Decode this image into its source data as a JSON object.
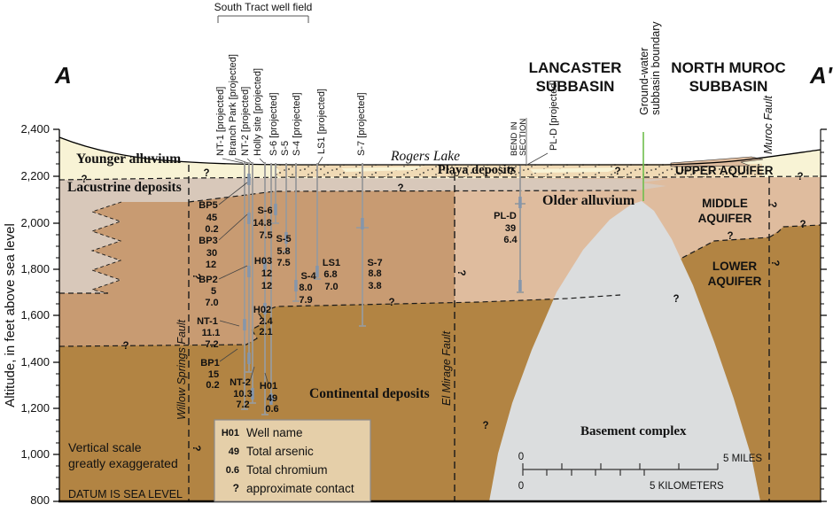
{
  "figure": {
    "label_left": "A",
    "label_right": "A'"
  },
  "axis": {
    "title": "Altitude, in feet above sea level",
    "ticks": [
      "2,400",
      "2,200",
      "2,000",
      "1,800",
      "1,600",
      "1,400",
      "1,200",
      "1,000",
      "800"
    ],
    "datum": "DATUM IS SEA LEVEL"
  },
  "top": {
    "well_field": "South Tract well field",
    "bend_1": "BEND IN",
    "bend_2": "SECTION",
    "boundary_1": "Ground-water",
    "boundary_2": "subbasin boundary",
    "subbasin_left_1": "LANCASTER",
    "subbasin_left_2": "SUBBASIN",
    "subbasin_right_1": "NORTH MUROC",
    "subbasin_right_2": "SUBBASIN"
  },
  "well_columns": [
    "NT-1 [projected]",
    "Branch Park [projected]",
    "NT-2 [projected]",
    "Holly site [projected]",
    "S-6 [projected]",
    "S-5",
    "S-4 [projected]",
    "LS1 [projected]",
    "S-7 [projected]",
    "PL-D [projected]"
  ],
  "faults": {
    "willow": "Willow Springs Fault",
    "elmirage": "El Mirage Fault",
    "muroc": "Muroc Fault"
  },
  "units": {
    "younger": "Younger alluvium",
    "lacustrine": "Lacustrine deposits",
    "playa": "Playa deposits",
    "lake": "Rogers Lake",
    "older": "Older alluvium",
    "continental": "Continental deposits",
    "basement": "Basement complex"
  },
  "aquifers": {
    "upper": "UPPER AQUIFER",
    "middle_1": "MIDDLE",
    "middle_2": "AQUIFER",
    "lower_1": "LOWER",
    "lower_2": "AQUIFER"
  },
  "wells": [
    {
      "name": "BP5",
      "arsenic": "45",
      "chromium": "0.2"
    },
    {
      "name": "BP3",
      "arsenic": "30",
      "chromium": "12"
    },
    {
      "name": "BP2",
      "arsenic": "5",
      "chromium": "7.0"
    },
    {
      "name": "NT-1",
      "arsenic": "11.1",
      "chromium": "7.2"
    },
    {
      "name": "BP1",
      "arsenic": "15",
      "chromium": "0.2"
    },
    {
      "name": "NT-2",
      "arsenic": "10.3",
      "chromium": "7.2"
    },
    {
      "name": "H01",
      "arsenic": "49",
      "chromium": "0.6"
    },
    {
      "name": "S-6",
      "arsenic": "14.8",
      "chromium": "7.5"
    },
    {
      "name": "S-5",
      "arsenic": "5.8",
      "chromium": "7.5"
    },
    {
      "name": "H03",
      "arsenic": "12",
      "chromium": "12"
    },
    {
      "name": "S-4",
      "arsenic": "8.0",
      "chromium": "7.9"
    },
    {
      "name": "H02",
      "arsenic": "2.4",
      "chromium": "2.1"
    },
    {
      "name": "LS1",
      "arsenic": "6.8",
      "chromium": "7.0"
    },
    {
      "name": "S-7",
      "arsenic": "8.8",
      "chromium": "3.8"
    },
    {
      "name": "PL-D",
      "arsenic": "39",
      "chromium": "6.4"
    }
  ],
  "legend": {
    "name_key": "H01",
    "name_label": "Well name",
    "arsenic_key": "49",
    "arsenic_label": "Total arsenic",
    "chromium_key": "0.6",
    "chromium_label": "Total chromium",
    "contact_key": "?",
    "contact_label": "approximate contact"
  },
  "scale": {
    "miles_zero": "0",
    "miles_label": "5 MILES",
    "km_zero": "0",
    "km_label": "5 KILOMETERS"
  },
  "notes": {
    "vscale_1": "Vertical scale",
    "vscale_2": "greatly exaggerated"
  },
  "marks": {
    "q": "?"
  },
  "colors": {
    "subbasin_green": "#5CB946",
    "boundary_line_green": "#6FBE4C",
    "arsenic_white": "#FFFFFF",
    "chromium_yellow": "#FFE200",
    "lake_blue": "#3A56A7",
    "younger_alluvium_cream": "#F8F3D5",
    "lacustrine_gray": "#D8C8BA",
    "older_alluvium_tan": "#C89B72",
    "middle_aquifer_pink": "#DFBC9E",
    "lower_brown": "#B28443",
    "basement_gray": "#DBDDDE",
    "playa_tan": "#F0DAB5",
    "legend_bg": "#E5CFA9"
  }
}
